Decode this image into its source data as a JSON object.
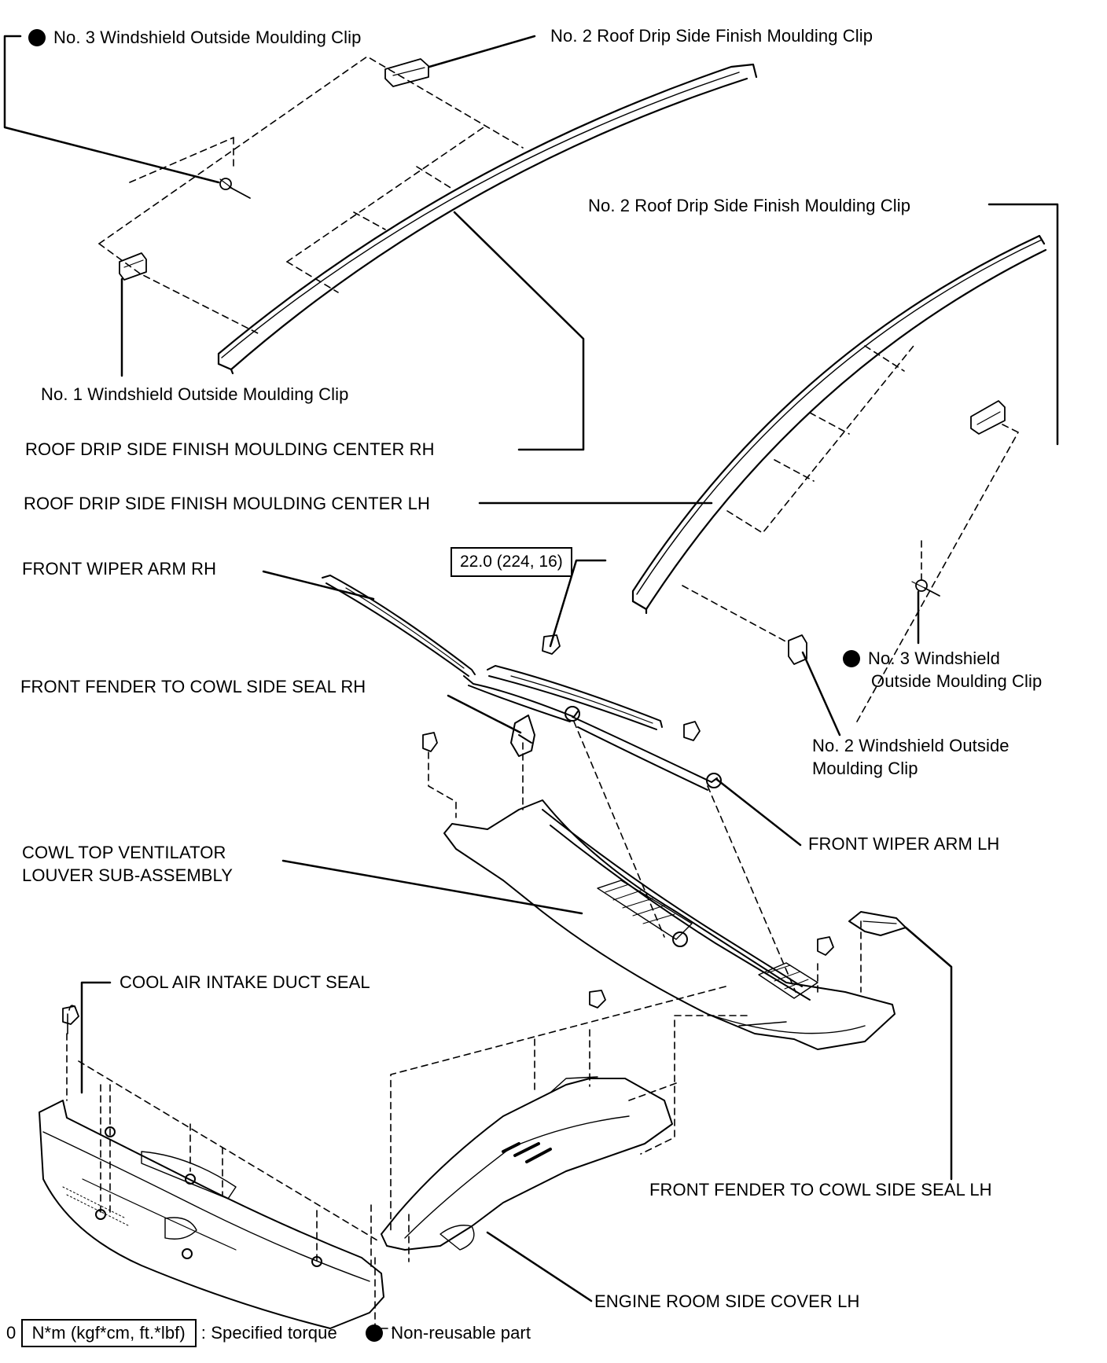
{
  "callouts": {
    "no3_ws_clip_top": "No. 3 Windshield Outside Moulding Clip",
    "no2_roof_clip_top": "No. 2 Roof Drip Side Finish Moulding Clip",
    "no2_roof_clip_right": "No. 2 Roof Drip Side Finish Moulding Clip",
    "no1_ws_clip": "No. 1 Windshield Outside Moulding Clip",
    "roof_center_rh": "ROOF DRIP SIDE FINISH MOULDING CENTER RH",
    "roof_center_lh": "ROOF DRIP SIDE FINISH MOULDING CENTER LH",
    "wiper_arm_rh": "FRONT WIPER ARM RH",
    "no3_ws_clip_right_line1": "No. 3 Windshield",
    "no3_ws_clip_right_line2": "Outside Moulding Clip",
    "fender_seal_rh": "FRONT FENDER TO COWL SIDE SEAL RH",
    "no2_ws_clip_line1": "No. 2 Windshield Outside",
    "no2_ws_clip_line2": "Moulding Clip",
    "wiper_arm_lh": "FRONT WIPER ARM LH",
    "cowl_louver_line1": "COWL TOP VENTILATOR",
    "cowl_louver_line2": "LOUVER SUB-ASSEMBLY",
    "cool_air_seal": "COOL AIR INTAKE DUCT SEAL",
    "fender_seal_lh": "FRONT FENDER TO COWL SIDE SEAL LH",
    "engine_cover_lh": "ENGINE ROOM SIDE COVER LH"
  },
  "torque": {
    "value": "22.0 (224, 16)"
  },
  "legend": {
    "prefix": "0",
    "torque_unit": "N*m (kgf*cm, ft.*lbf)",
    "torque_text": ": Specified torque",
    "nonreusable_text": "Non-reusable part"
  }
}
